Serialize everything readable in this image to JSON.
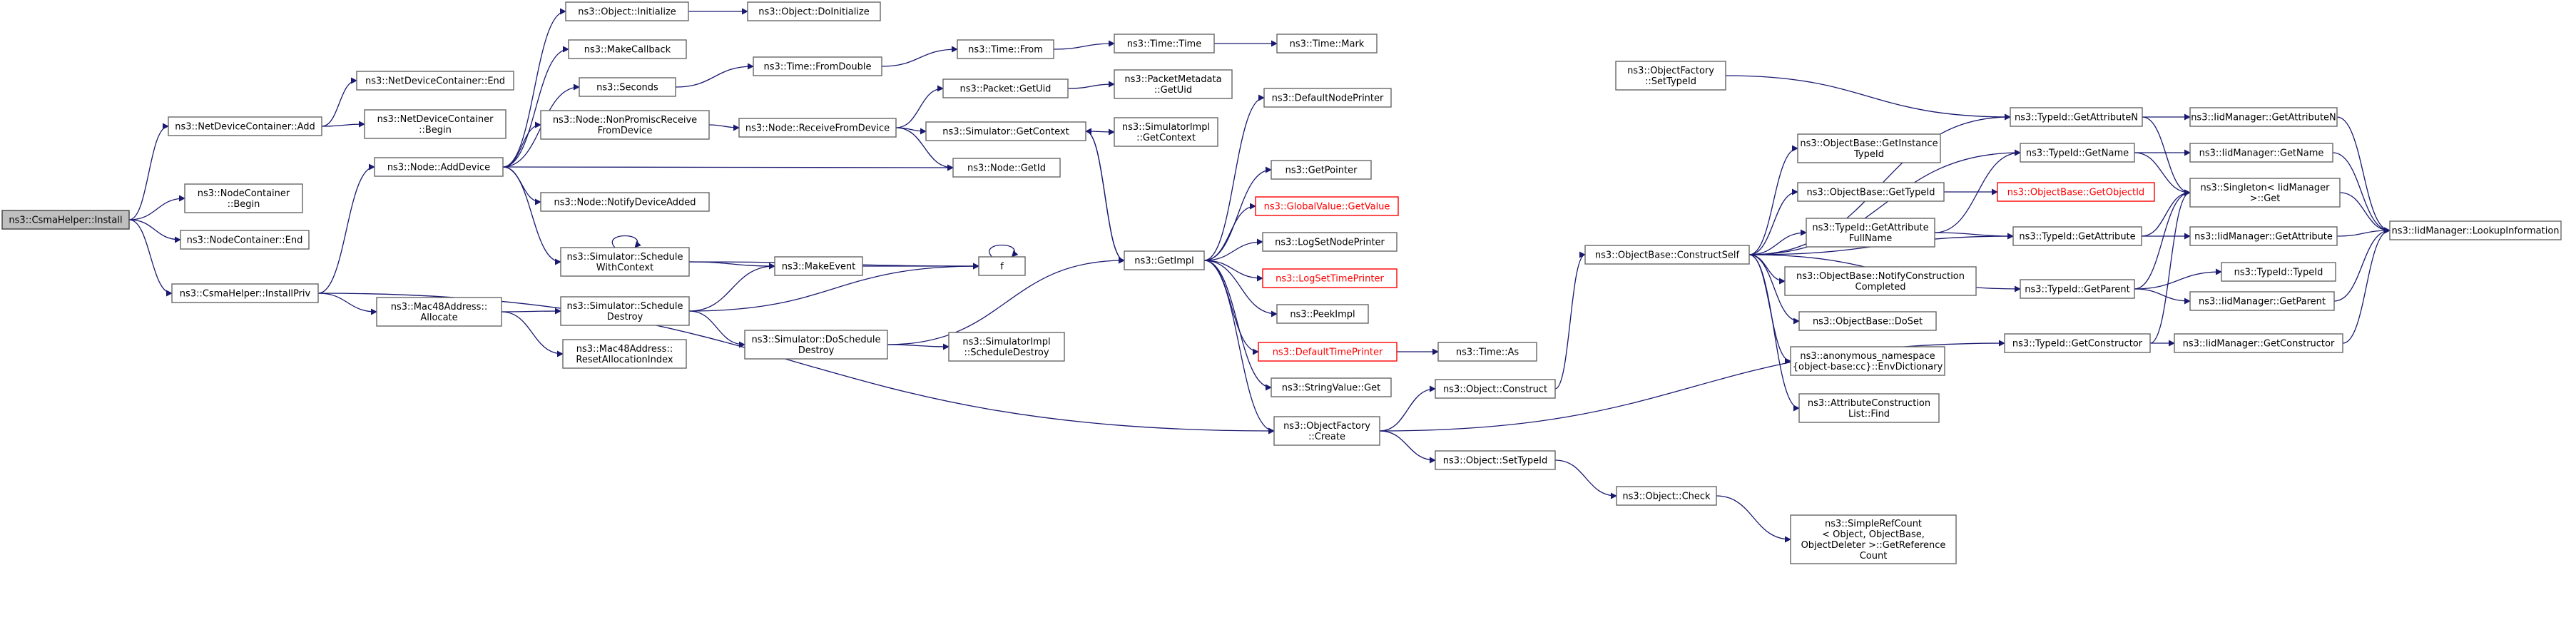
{
  "graph": {
    "colors": {
      "edge": "#191970",
      "node_border": "#666666",
      "root_fill": "#bfbfbf",
      "highlight": "#ff0000"
    },
    "nodes": [
      {
        "id": "n0",
        "lines": [
          "ns3::CsmaHelper::Install"
        ],
        "root": true
      },
      {
        "id": "n1",
        "lines": [
          "ns3::NetDeviceContainer::Add"
        ]
      },
      {
        "id": "n2",
        "lines": [
          "ns3::NodeContainer",
          "::Begin"
        ]
      },
      {
        "id": "n3",
        "lines": [
          "ns3::NodeContainer::End"
        ]
      },
      {
        "id": "n4",
        "lines": [
          "ns3::CsmaHelper::InstallPriv"
        ]
      },
      {
        "id": "n5",
        "lines": [
          "ns3::NetDeviceContainer::End"
        ]
      },
      {
        "id": "n6",
        "lines": [
          "ns3::NetDeviceContainer",
          "::Begin"
        ]
      },
      {
        "id": "n7",
        "lines": [
          "ns3::Node::AddDevice"
        ]
      },
      {
        "id": "n8",
        "lines": [
          "ns3::Object::Initialize"
        ]
      },
      {
        "id": "n9",
        "lines": [
          "ns3::MakeCallback"
        ]
      },
      {
        "id": "n10",
        "lines": [
          "ns3::Seconds"
        ]
      },
      {
        "id": "n11",
        "lines": [
          "ns3::Node::NonPromiscReceive",
          "FromDevice"
        ]
      },
      {
        "id": "n12",
        "lines": [
          "ns3::Node::NotifyDeviceAdded"
        ]
      },
      {
        "id": "n13",
        "lines": [
          "ns3::Simulator::Schedule",
          "WithContext"
        ]
      },
      {
        "id": "n14",
        "lines": [
          "ns3::Mac48Address::",
          "Allocate"
        ]
      },
      {
        "id": "n15",
        "lines": [
          "ns3::Simulator::Schedule",
          "Destroy"
        ]
      },
      {
        "id": "n16",
        "lines": [
          "ns3::Mac48Address::",
          "ResetAllocationIndex"
        ]
      },
      {
        "id": "n17",
        "lines": [
          "ns3::Object::DoInitialize"
        ]
      },
      {
        "id": "n18",
        "lines": [
          "ns3::Time::FromDouble"
        ]
      },
      {
        "id": "n19",
        "lines": [
          "ns3::Node::ReceiveFromDevice"
        ]
      },
      {
        "id": "n20",
        "lines": [
          "ns3::MakeEvent"
        ]
      },
      {
        "id": "n21",
        "lines": [
          "f"
        ]
      },
      {
        "id": "n22",
        "lines": [
          "ns3::Simulator::DoSchedule",
          "Destroy"
        ]
      },
      {
        "id": "n23",
        "lines": [
          "ns3::Time::From"
        ]
      },
      {
        "id": "n24",
        "lines": [
          "ns3::Packet::GetUid"
        ]
      },
      {
        "id": "n25",
        "lines": [
          "ns3::Simulator::GetContext"
        ]
      },
      {
        "id": "n26",
        "lines": [
          "ns3::Node::GetId"
        ]
      },
      {
        "id": "n27",
        "lines": [
          "ns3::SimulatorImpl",
          "::ScheduleDestroy"
        ]
      },
      {
        "id": "n28",
        "lines": [
          "ns3::Time::Time"
        ]
      },
      {
        "id": "n29",
        "lines": [
          "ns3::PacketMetadata",
          "::GetUid"
        ]
      },
      {
        "id": "n30",
        "lines": [
          "ns3::SimulatorImpl",
          "::GetContext"
        ]
      },
      {
        "id": "n31",
        "lines": [
          "ns3::Time::Mark"
        ]
      },
      {
        "id": "n32",
        "lines": [
          "ns3::GetImpl"
        ]
      },
      {
        "id": "n33",
        "lines": [
          "ns3::DefaultNodePrinter"
        ]
      },
      {
        "id": "n34",
        "lines": [
          "ns3::GetPointer"
        ]
      },
      {
        "id": "n35",
        "lines": [
          "ns3::GlobalValue::GetValue"
        ],
        "red": true
      },
      {
        "id": "n36",
        "lines": [
          "ns3::LogSetNodePrinter"
        ]
      },
      {
        "id": "n37",
        "lines": [
          "ns3::LogSetTimePrinter"
        ],
        "red": true
      },
      {
        "id": "n38",
        "lines": [
          "ns3::PeekImpl"
        ]
      },
      {
        "id": "n39",
        "lines": [
          "ns3::DefaultTimePrinter"
        ],
        "red": true
      },
      {
        "id": "n40",
        "lines": [
          "ns3::StringValue::Get"
        ]
      },
      {
        "id": "n41",
        "lines": [
          "ns3::ObjectFactory",
          "::Create"
        ]
      },
      {
        "id": "n42",
        "lines": [
          "ns3::Time::As"
        ]
      },
      {
        "id": "n43",
        "lines": [
          "ns3::Object::Construct"
        ]
      },
      {
        "id": "n44",
        "lines": [
          "ns3::Object::SetTypeId"
        ]
      },
      {
        "id": "n45",
        "lines": [
          "ns3::Object::Check"
        ]
      },
      {
        "id": "n46",
        "lines": [
          "ns3::ObjectFactory",
          "::SetTypeId"
        ]
      },
      {
        "id": "n47",
        "lines": [
          "ns3::ObjectBase::ConstructSelf"
        ]
      },
      {
        "id": "n48",
        "lines": [
          "ns3::SimpleRefCount",
          "< Object, ObjectBase,",
          "ObjectDeleter >::GetReference",
          "Count"
        ]
      },
      {
        "id": "n49",
        "lines": [
          "ns3::ObjectBase::GetInstance",
          "TypeId"
        ]
      },
      {
        "id": "n50",
        "lines": [
          "ns3::ObjectBase::GetTypeId"
        ]
      },
      {
        "id": "n51",
        "lines": [
          "ns3::TypeId::GetAttribute",
          "FullName"
        ]
      },
      {
        "id": "n52",
        "lines": [
          "ns3::ObjectBase::NotifyConstruction",
          "Completed"
        ]
      },
      {
        "id": "n53",
        "lines": [
          "ns3::ObjectBase::DoSet"
        ]
      },
      {
        "id": "n54",
        "lines": [
          "ns3::anonymous_namespace",
          "{object-base:cc}::EnvDictionary"
        ]
      },
      {
        "id": "n55",
        "lines": [
          "ns3::AttributeConstruction",
          "List::Find"
        ]
      },
      {
        "id": "n56",
        "lines": [
          "ns3::TypeId::GetAttributeN"
        ]
      },
      {
        "id": "n57",
        "lines": [
          "ns3::TypeId::GetName"
        ]
      },
      {
        "id": "n58",
        "lines": [
          "ns3::ObjectBase::GetObjectId"
        ],
        "red": true
      },
      {
        "id": "n59",
        "lines": [
          "ns3::TypeId::GetAttribute"
        ]
      },
      {
        "id": "n60",
        "lines": [
          "ns3::TypeId::GetParent"
        ]
      },
      {
        "id": "n61",
        "lines": [
          "ns3::TypeId::GetConstructor"
        ]
      },
      {
        "id": "n62",
        "lines": [
          "ns3::IidManager::GetAttributeN"
        ]
      },
      {
        "id": "n63",
        "lines": [
          "ns3::IidManager::GetName"
        ]
      },
      {
        "id": "n64",
        "lines": [
          "ns3::Singleton< IidManager",
          ">::Get"
        ]
      },
      {
        "id": "n65",
        "lines": [
          "ns3::IidManager::GetAttribute"
        ]
      },
      {
        "id": "n66",
        "lines": [
          "ns3::TypeId::TypeId"
        ]
      },
      {
        "id": "n67",
        "lines": [
          "ns3::IidManager::GetParent"
        ]
      },
      {
        "id": "n68",
        "lines": [
          "ns3::IidManager::GetConstructor"
        ]
      },
      {
        "id": "n69",
        "lines": [
          "ns3::IidManager::LookupInformation"
        ]
      }
    ],
    "edges": [
      [
        "n0",
        "n1"
      ],
      [
        "n0",
        "n2"
      ],
      [
        "n0",
        "n3"
      ],
      [
        "n0",
        "n4"
      ],
      [
        "n1",
        "n5"
      ],
      [
        "n1",
        "n6"
      ],
      [
        "n4",
        "n7"
      ],
      [
        "n4",
        "n14"
      ],
      [
        "n4",
        "n41"
      ],
      [
        "n7",
        "n8"
      ],
      [
        "n7",
        "n9"
      ],
      [
        "n7",
        "n10"
      ],
      [
        "n7",
        "n11"
      ],
      [
        "n7",
        "n26"
      ],
      [
        "n7",
        "n12"
      ],
      [
        "n7",
        "n13"
      ],
      [
        "n8",
        "n17"
      ],
      [
        "n10",
        "n18"
      ],
      [
        "n18",
        "n23"
      ],
      [
        "n23",
        "n28"
      ],
      [
        "n28",
        "n31"
      ],
      [
        "n11",
        "n19"
      ],
      [
        "n19",
        "n24"
      ],
      [
        "n19",
        "n25"
      ],
      [
        "n19",
        "n26"
      ],
      [
        "n24",
        "n29"
      ],
      [
        "n25",
        "n30"
      ],
      [
        "n25",
        "n32"
      ],
      [
        "n13",
        "n13"
      ],
      [
        "n13",
        "n20"
      ],
      [
        "n13",
        "n21"
      ],
      [
        "n21",
        "n21"
      ],
      [
        "n20",
        "n21"
      ],
      [
        "n14",
        "n15"
      ],
      [
        "n14",
        "n16"
      ],
      [
        "n15",
        "n20"
      ],
      [
        "n15",
        "n21"
      ],
      [
        "n15",
        "n22"
      ],
      [
        "n22",
        "n27"
      ],
      [
        "n22",
        "n32"
      ],
      [
        "n32",
        "n33"
      ],
      [
        "n32",
        "n25"
      ],
      [
        "n32",
        "n34"
      ],
      [
        "n32",
        "n35"
      ],
      [
        "n32",
        "n36"
      ],
      [
        "n32",
        "n37"
      ],
      [
        "n32",
        "n38"
      ],
      [
        "n32",
        "n39"
      ],
      [
        "n32",
        "n40"
      ],
      [
        "n32",
        "n41"
      ],
      [
        "n39",
        "n42"
      ],
      [
        "n41",
        "n43"
      ],
      [
        "n41",
        "n44"
      ],
      [
        "n41",
        "n61"
      ],
      [
        "n43",
        "n47"
      ],
      [
        "n44",
        "n45"
      ],
      [
        "n45",
        "n48"
      ],
      [
        "n46",
        "n56"
      ],
      [
        "n47",
        "n49"
      ],
      [
        "n47",
        "n50"
      ],
      [
        "n47",
        "n51"
      ],
      [
        "n47",
        "n52"
      ],
      [
        "n47",
        "n53"
      ],
      [
        "n47",
        "n54"
      ],
      [
        "n47",
        "n55"
      ],
      [
        "n47",
        "n57"
      ],
      [
        "n47",
        "n59"
      ],
      [
        "n47",
        "n60"
      ],
      [
        "n47",
        "n56"
      ],
      [
        "n50",
        "n58"
      ],
      [
        "n51",
        "n57"
      ],
      [
        "n51",
        "n59"
      ],
      [
        "n56",
        "n62"
      ],
      [
        "n56",
        "n64"
      ],
      [
        "n57",
        "n63"
      ],
      [
        "n57",
        "n64"
      ],
      [
        "n59",
        "n64"
      ],
      [
        "n59",
        "n65"
      ],
      [
        "n60",
        "n64"
      ],
      [
        "n60",
        "n66"
      ],
      [
        "n60",
        "n67"
      ],
      [
        "n61",
        "n64"
      ],
      [
        "n61",
        "n68"
      ],
      [
        "n62",
        "n69"
      ],
      [
        "n63",
        "n69"
      ],
      [
        "n64",
        "n69"
      ],
      [
        "n65",
        "n69"
      ],
      [
        "n67",
        "n69"
      ],
      [
        "n68",
        "n69"
      ]
    ]
  }
}
